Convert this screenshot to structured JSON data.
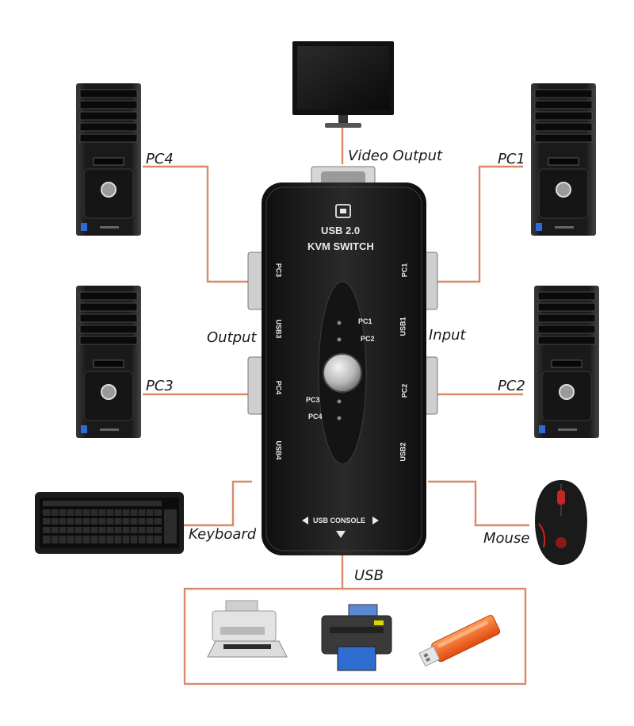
{
  "labels": {
    "video_output": "Video Output",
    "pc1": "PC1",
    "pc2": "PC2",
    "pc3": "PC3",
    "pc4": "PC4",
    "output": "Output",
    "input": "Input",
    "keyboard": "Keyboard",
    "mouse": "Mouse",
    "usb": "USB"
  },
  "switch": {
    "title_line1": "USB 2.0",
    "title_line2": "KVM SWITCH",
    "port_pc1": "PC1",
    "port_pc2": "PC2",
    "port_pc3": "PC3",
    "port_pc4": "PC4",
    "port_usb1": "USB1",
    "port_usb2": "USB2",
    "port_usb3": "USB3",
    "port_usb4": "USB4",
    "led_pc1": "PC1",
    "led_pc2": "PC2",
    "led_pc3": "PC3",
    "led_pc4": "PC4",
    "console": "USB CONSOLE"
  },
  "colors": {
    "connector_line": "#d9896a",
    "switch_body": "#1c1c1c"
  },
  "icons": [
    "monitor-icon",
    "pc-tower-icon",
    "keyboard-icon",
    "mouse-icon",
    "laser-printer-icon",
    "inkjet-printer-icon",
    "usb-flash-drive-icon",
    "usb-symbol-icon"
  ]
}
